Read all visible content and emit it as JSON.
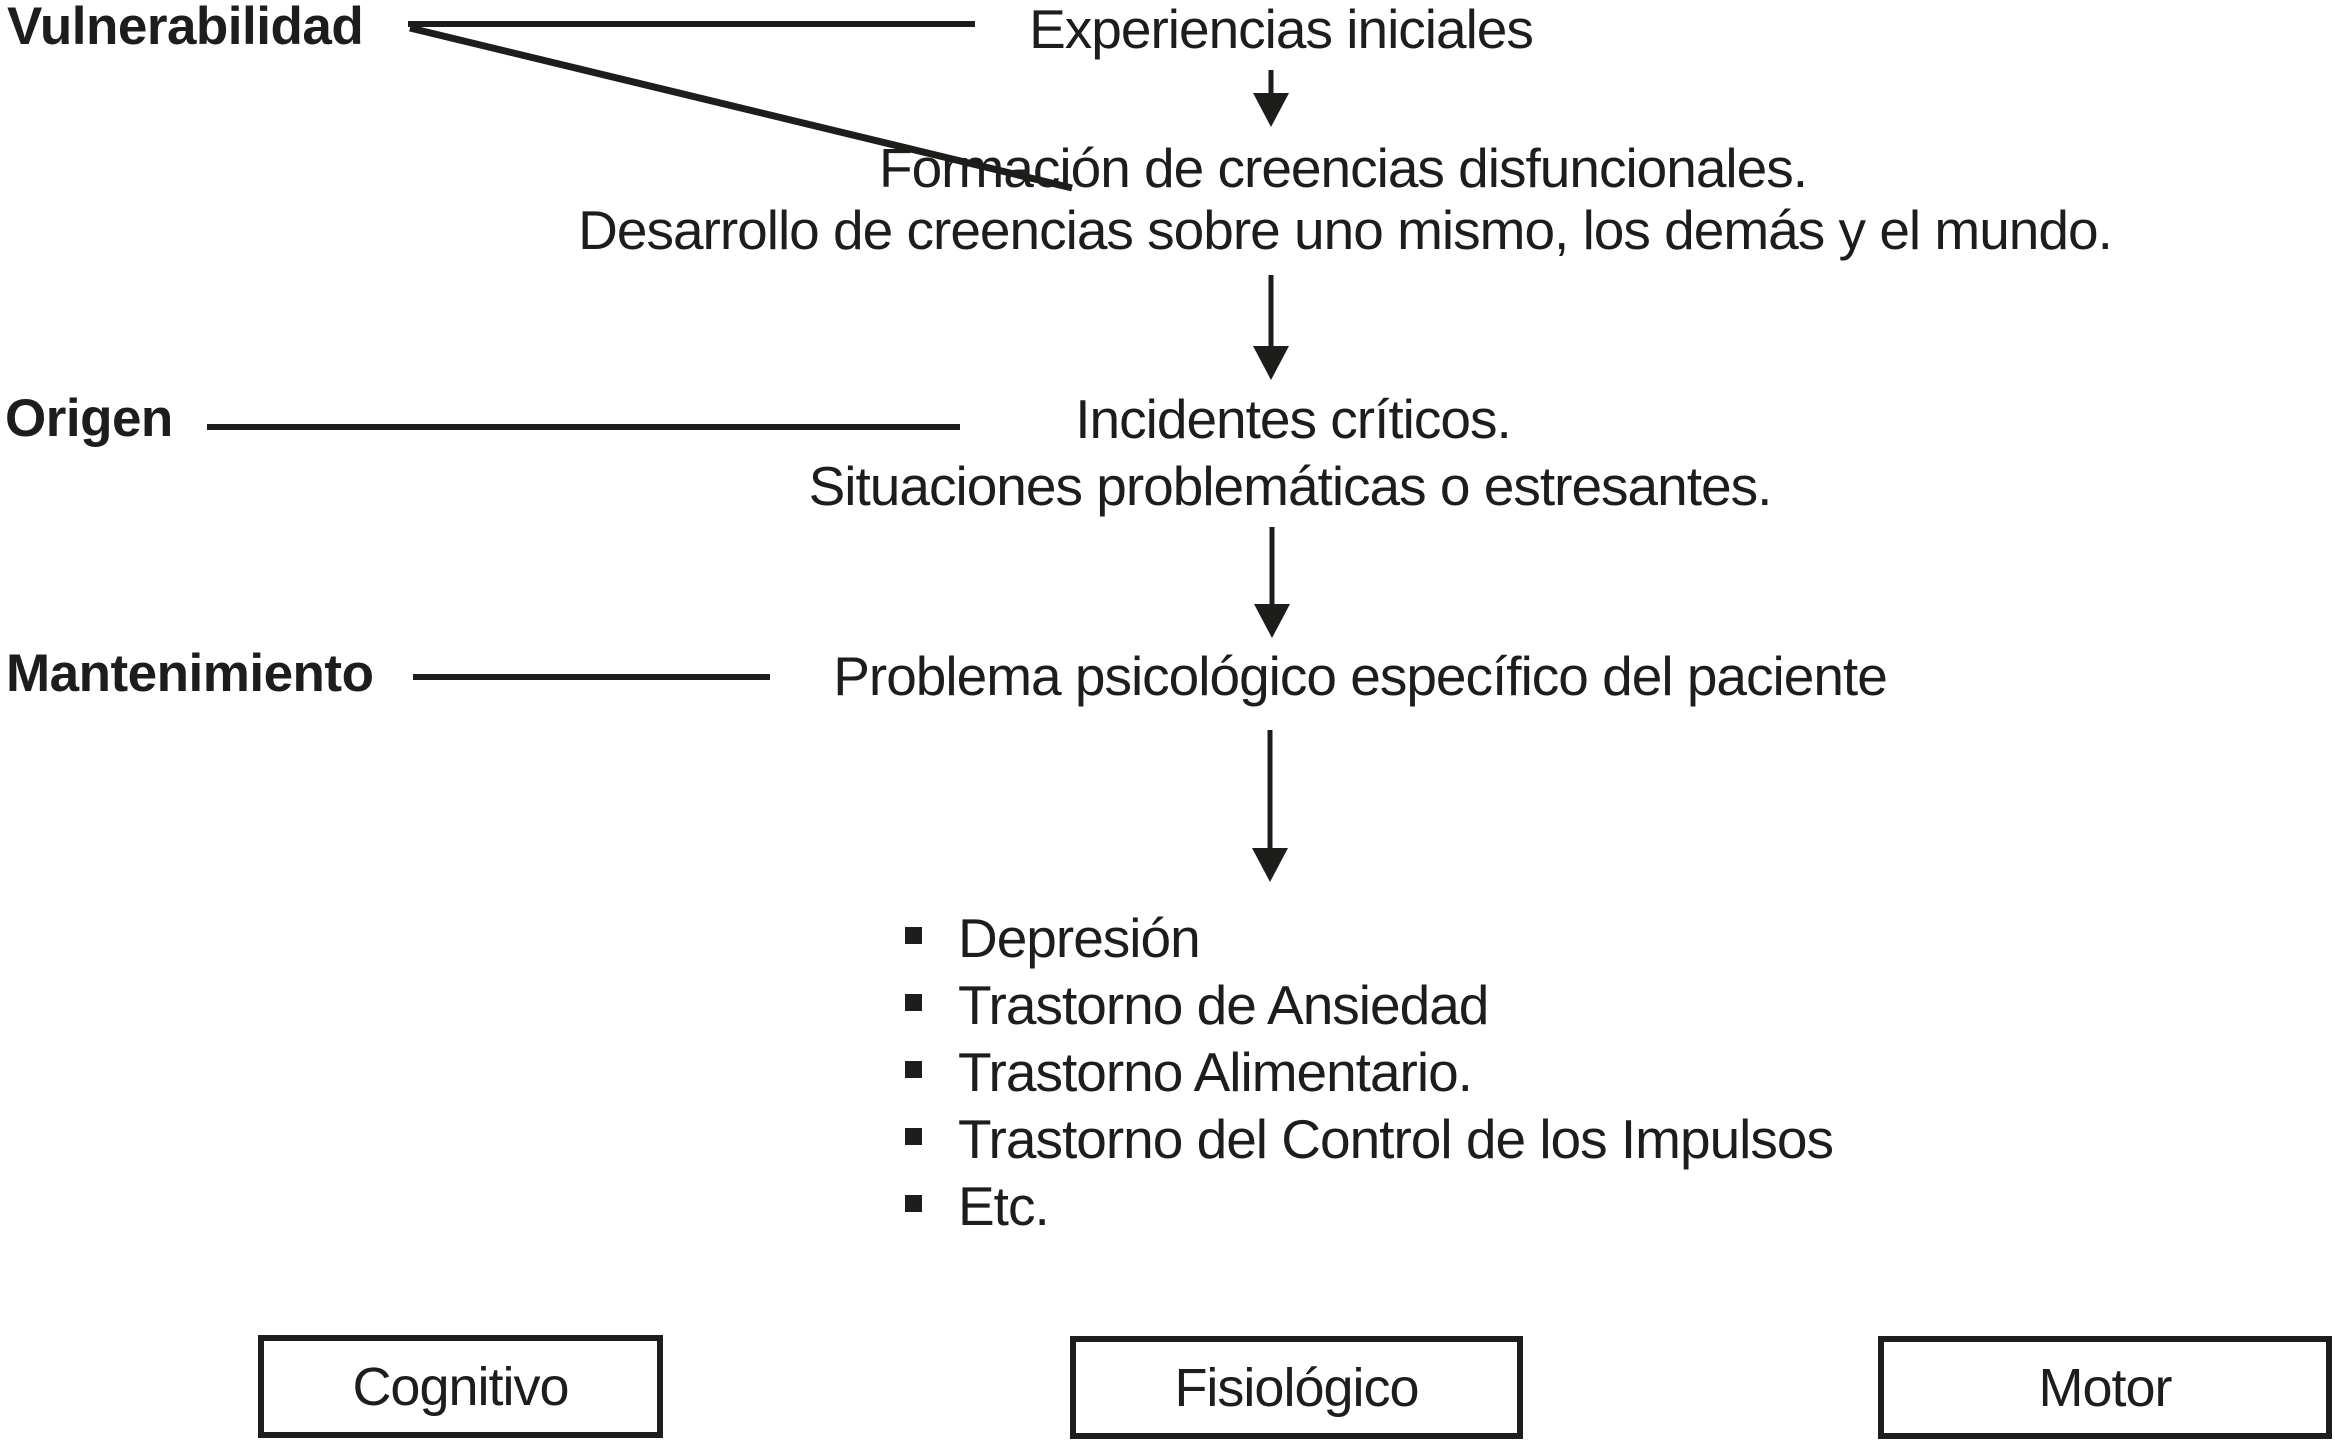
{
  "figure": {
    "background": "#ffffff",
    "ink_color": "#1d1d1b"
  },
  "stage_labels": {
    "vulnerability": "Vulnerabilidad",
    "origin": "Origen",
    "maintenance": "Mantenimiento"
  },
  "flow": {
    "initial_experiences": "Experiencias iniciales",
    "belief_formation_line1": "Formación de creencias disfuncionales.",
    "belief_formation_line2": "Desarrollo de creencias sobre uno mismo, los demás y el mundo.",
    "critical_incidents_line1": "Incidentes críticos.",
    "critical_incidents_line2": "Situaciones problemáticas o estresantes.",
    "specific_problem": "Problema psicológico específico del paciente"
  },
  "disorders": {
    "items": [
      "Depresión",
      "Trastorno de Ansiedad",
      "Trastorno Alimentario.",
      "Trastorno del Control de los Impulsos",
      "Etc."
    ]
  },
  "response_systems": {
    "boxes": [
      "Cognitivo",
      "Fisiológico",
      "Motor"
    ]
  }
}
